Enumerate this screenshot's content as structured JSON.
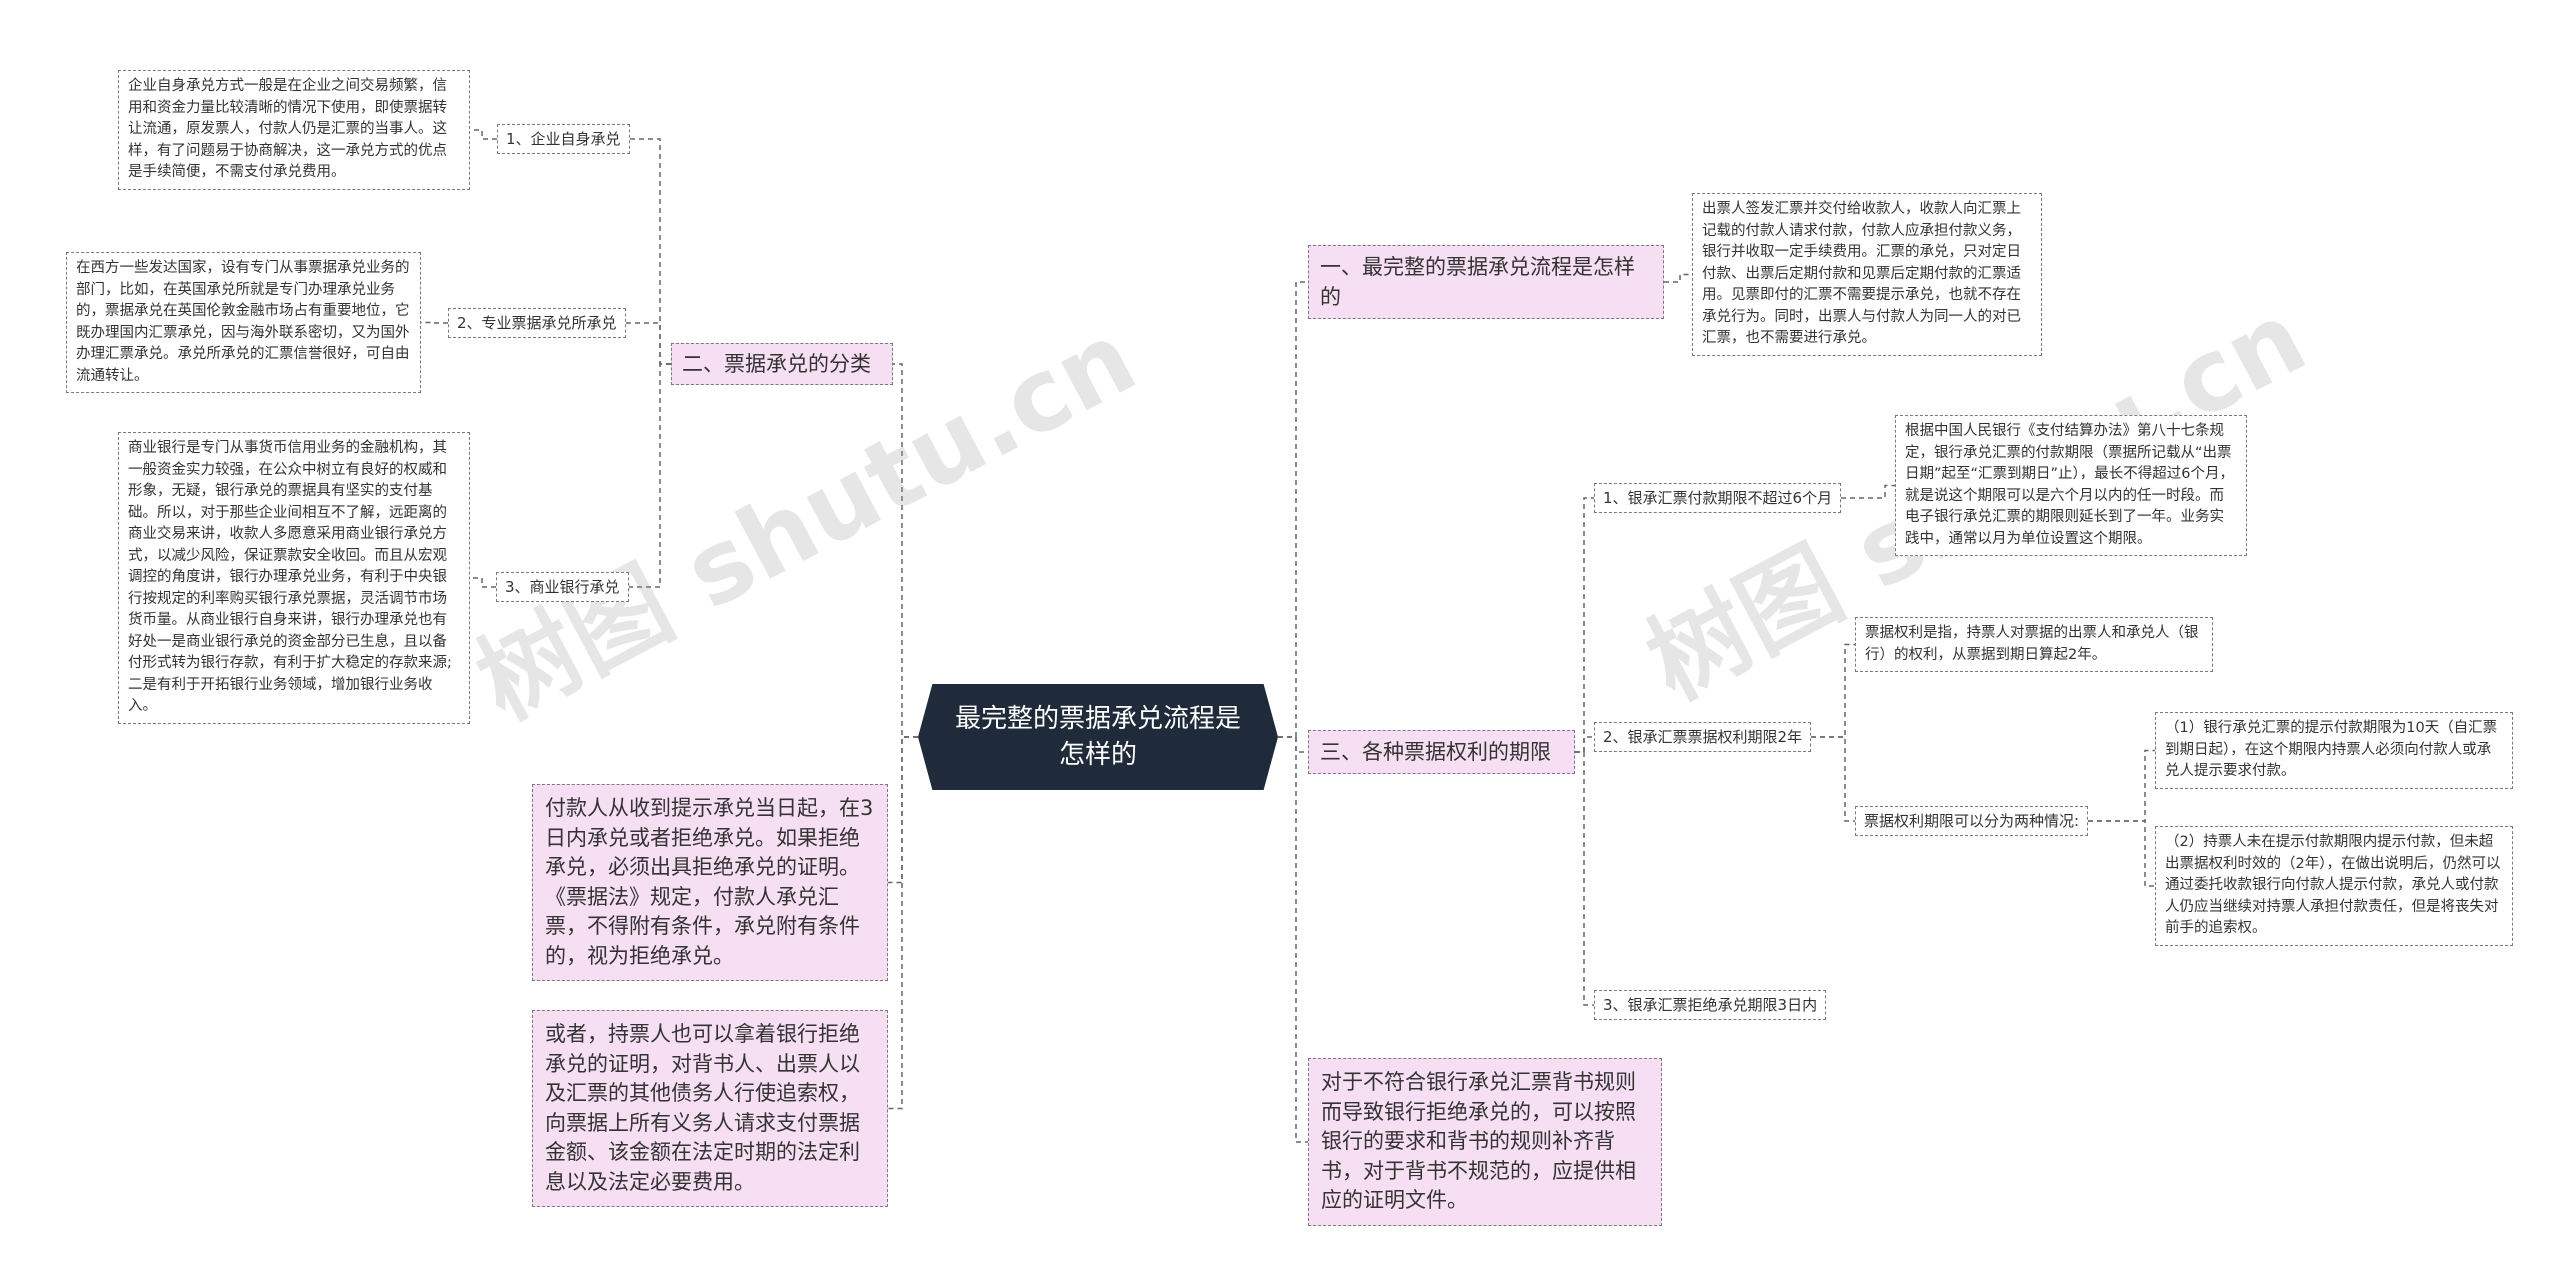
{
  "watermark": "树图 shutu.cn",
  "root": "最完整的票据承兑流程是怎样的",
  "left": {
    "b1": {
      "label": "二、票据承兑的分类",
      "c1": {
        "label": "1、企业自身承兑",
        "text": "企业自身承兑方式一般是在企业之间交易频繁，信用和资金力量比较清晰的情况下使用，即使票据转让流通，原发票人，付款人仍是汇票的当事人。这样，有了问题易于协商解决，这一承兑方式的优点是手续简便，不需支付承兑费用。"
      },
      "c2": {
        "label": "2、专业票据承兑所承兑",
        "text": "在西方一些发达国家，设有专门从事票据承兑业务的部门，比如，在英国承兑所就是专门办理承兑业务的，票据承兑在英国伦敦金融市场占有重要地位，它既办理国内汇票承兑，因与海外联系密切，又为国外办理汇票承兑。承兑所承兑的汇票信誉很好，可自由流通转让。"
      },
      "c3": {
        "label": "3、商业银行承兑",
        "text": "商业银行是专门从事货币信用业务的金融机构，其一般资金实力较强，在公众中树立有良好的权威和形象，无疑，银行承兑的票据具有坚实的支付基础。所以，对于那些企业间相互不了解，远距离的商业交易来讲，收款人多愿意采用商业银行承兑方式，以减少风险，保证票款安全收回。而且从宏观调控的角度讲，银行办理承兑业务，有利于中央银行按规定的利率购买银行承兑票据，灵活调节市场货币量。从商业银行自身来讲，银行办理承兑也有好处一是商业银行承兑的资金部分已生息，且以备付形式转为银行存款，有利于扩大稳定的存款来源;二是有利于开拓银行业务领域，增加银行业务收入。"
      }
    },
    "b2": {
      "text": "付款人从收到提示承兑当日起，在3日内承兑或者拒绝承兑。如果拒绝承兑，必须出具拒绝承兑的证明。《票据法》规定，付款人承兑汇票，不得附有条件，承兑附有条件的，视为拒绝承兑。"
    },
    "b3": {
      "text": "或者，持票人也可以拿着银行拒绝承兑的证明，对背书人、出票人以及汇票的其他债务人行使追索权，向票据上所有义务人请求支付票据金额、该金额在法定时期的法定利息以及法定必要费用。"
    }
  },
  "right": {
    "b1": {
      "label": "一、最完整的票据承兑流程是怎样的",
      "text": "出票人签发汇票并交付给收款人，收款人向汇票上记载的付款人请求付款，付款人应承担付款义务，银行并收取一定手续费用。汇票的承兑，只对定日付款、出票后定期付款和见票后定期付款的汇票适用。见票即付的汇票不需要提示承兑，也就不存在承兑行为。同时，出票人与付款人为同一人的对已汇票，也不需要进行承兑。"
    },
    "b2": {
      "label": "三、各种票据权利的期限",
      "c1": {
        "label": "1、银承汇票付款期限不超过6个月",
        "text": "根据中国人民银行《支付结算办法》第八十七条规定，银行承兑汇票的付款期限（票据所记载从“出票日期”起至“汇票到期日”止），最长不得超过6个月，就是说这个期限可以是六个月以内的任一时段。而电子银行承兑汇票的期限则延长到了一年。业务实践中，通常以月为单位设置这个期限。"
      },
      "c2": {
        "label": "2、银承汇票票据权利期限2年",
        "d1": "票据权利是指，持票人对票据的出票人和承兑人（银行）的权利，从票据到期日算起2年。",
        "d2": {
          "label": "票据权利期限可以分为两种情况:",
          "e1": "（1）银行承兑汇票的提示付款期限为10天（自汇票到期日起），在这个期限内持票人必须向付款人或承兑人提示要求付款。",
          "e2": "（2）持票人未在提示付款期限内提示付款，但未超出票据权利时效的（2年），在做出说明后，仍然可以通过委托收款银行向付款人提示付款，承兑人或付款人仍应当继续对持票人承担付款责任，但是将丧失对前手的追索权。"
        }
      },
      "c3": {
        "label": "3、银承汇票拒绝承兑期限3日内"
      }
    },
    "b3": {
      "text": "对于不符合银行承兑汇票背书规则而导致银行拒绝承兑的，可以按照银行的要求和背书的规则补齐背书，对于背书不规范的，应提供相应的证明文件。"
    }
  }
}
